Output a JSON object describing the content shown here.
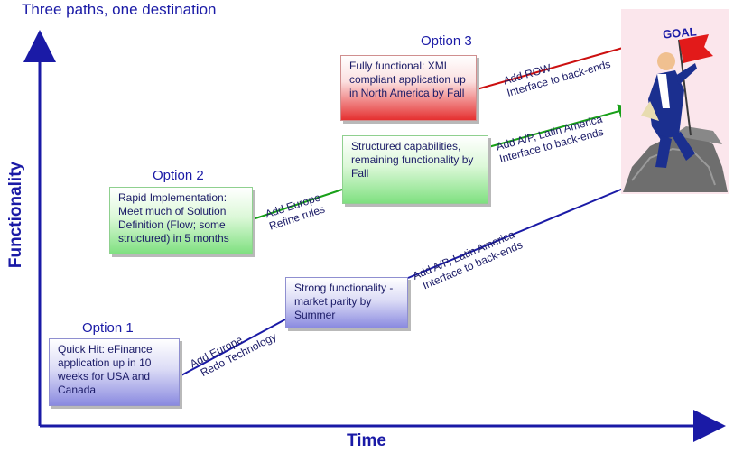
{
  "title": "Three paths, one destination",
  "axes": {
    "x_label": "Time",
    "y_label": "Functionality"
  },
  "options": [
    {
      "label": "Option 1",
      "box_text": "Quick Hit: eFinance application up in 10 weeks for USA and Canada",
      "color": "#8a8ae0"
    },
    {
      "label": "Option 2",
      "box_text": "Rapid Implementation: Meet much of Solution Definition (Flow; some structured) in 5 months",
      "color": "#7fe080"
    },
    {
      "label": "Option 3",
      "box_text": "Fully functional: XML compliant application up in North America by Fall",
      "color": "#e53030"
    }
  ],
  "milestones": [
    {
      "box_text": "Strong functionality - market parity by Summer"
    },
    {
      "box_text": "Structured capabilities, remaining functionality by Fall"
    }
  ],
  "steps": [
    {
      "line1": "Add Europe",
      "line2": "Redo Technology"
    },
    {
      "line1": "Add A/P, Latin America",
      "line2": "Interface to back-ends"
    },
    {
      "line1": "Add Europe",
      "line2": "Refine rules"
    },
    {
      "line1": "Add A/P, Latin America",
      "line2": "Interface to back-ends"
    },
    {
      "line1": "Add ROW",
      "line2": "Interface to back-ends"
    }
  ],
  "goal": {
    "label": "GOAL"
  },
  "colors": {
    "axis": "#1a1aa6",
    "path_blue": "#1a1aa6",
    "path_green": "#19a019",
    "path_red": "#cc1010"
  }
}
